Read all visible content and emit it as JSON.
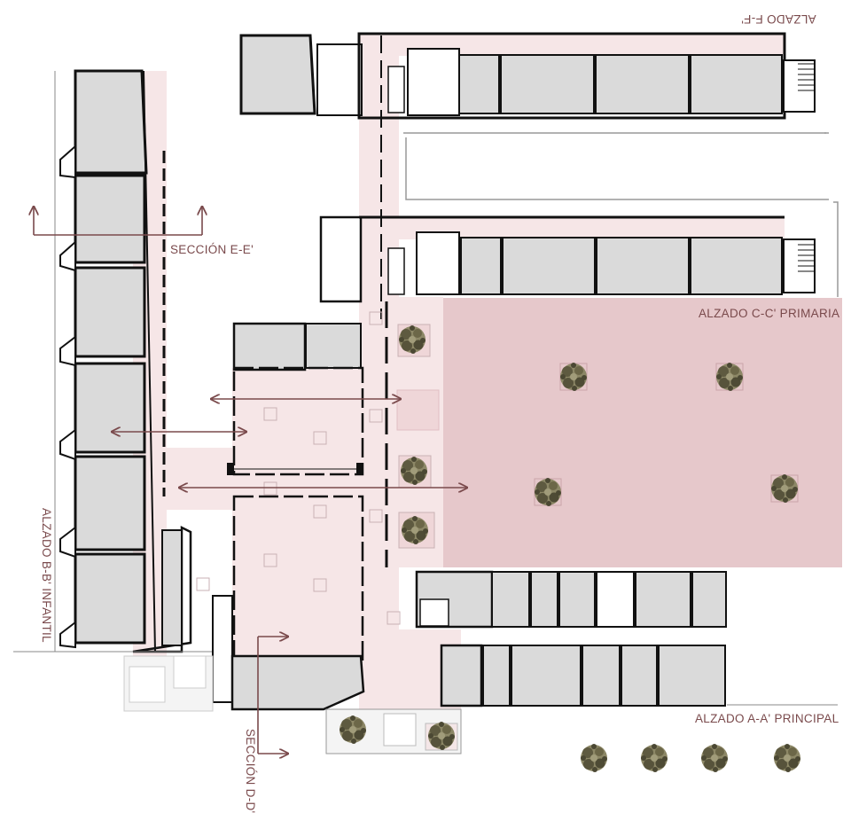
{
  "labels": {
    "section_ee": "SECCIÓN E-E'",
    "elev_ff": "ALZADO F-F'",
    "elev_cc": "ALZADO C-C' PRIMARIA",
    "elev_bb": "ALZADO B-B' INFANTIL",
    "elev_aa": "ALZADO A-A' PRINCIPAL",
    "section_dd": "SECCIÓN D-D'"
  },
  "colors": {
    "wall": "#111111",
    "room_fill": "#dadada",
    "circulation": "#f6e6e7",
    "courtyard": "#e6c8cb",
    "annotation": "#7a4a4c",
    "tree": "#6f6a4e"
  },
  "legend_icons": [
    "tree-icon",
    "section-arrow-icon"
  ]
}
